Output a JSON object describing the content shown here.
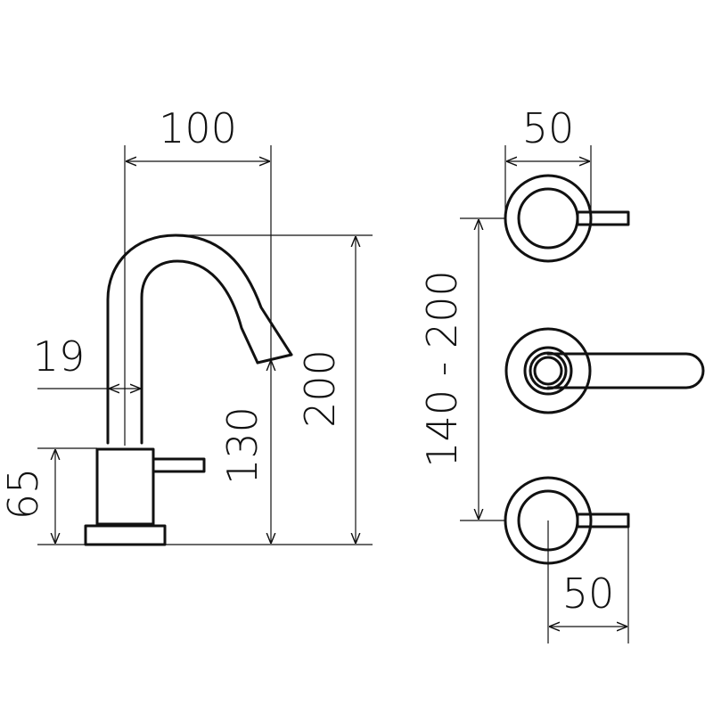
{
  "colors": {
    "line": "#111111",
    "background": "#ffffff"
  },
  "dimensions": {
    "spout_reach": "100",
    "spout_diameter": "19",
    "handle_height": "65",
    "spout_outlet_height": "130",
    "total_height": "200",
    "top_handle_width": "50",
    "handle_spacing": "140 - 200",
    "bottom_handle_width": "50"
  }
}
